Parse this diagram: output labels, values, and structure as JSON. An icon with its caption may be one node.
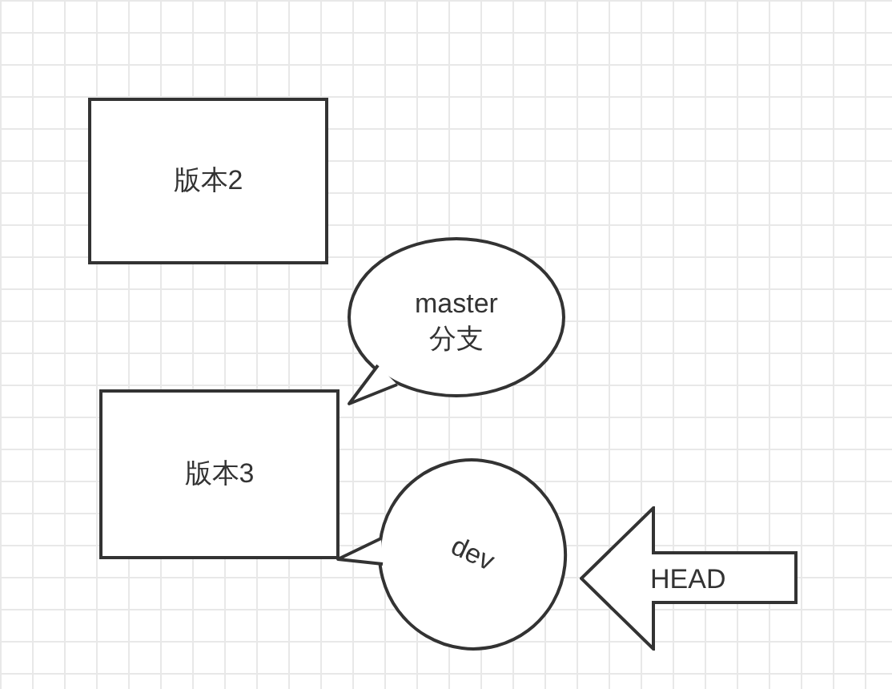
{
  "diagram": {
    "nodes": [
      {
        "text": [
          "版本2"
        ]
      },
      {
        "text": [
          "master 分支"
        ]
      },
      {
        "text": [
          "版本3"
        ]
      },
      {
        "text": [
          "dev"
        ]
      },
      {
        "text": [
          "HEAD"
        ]
      }
    ]
  }
}
